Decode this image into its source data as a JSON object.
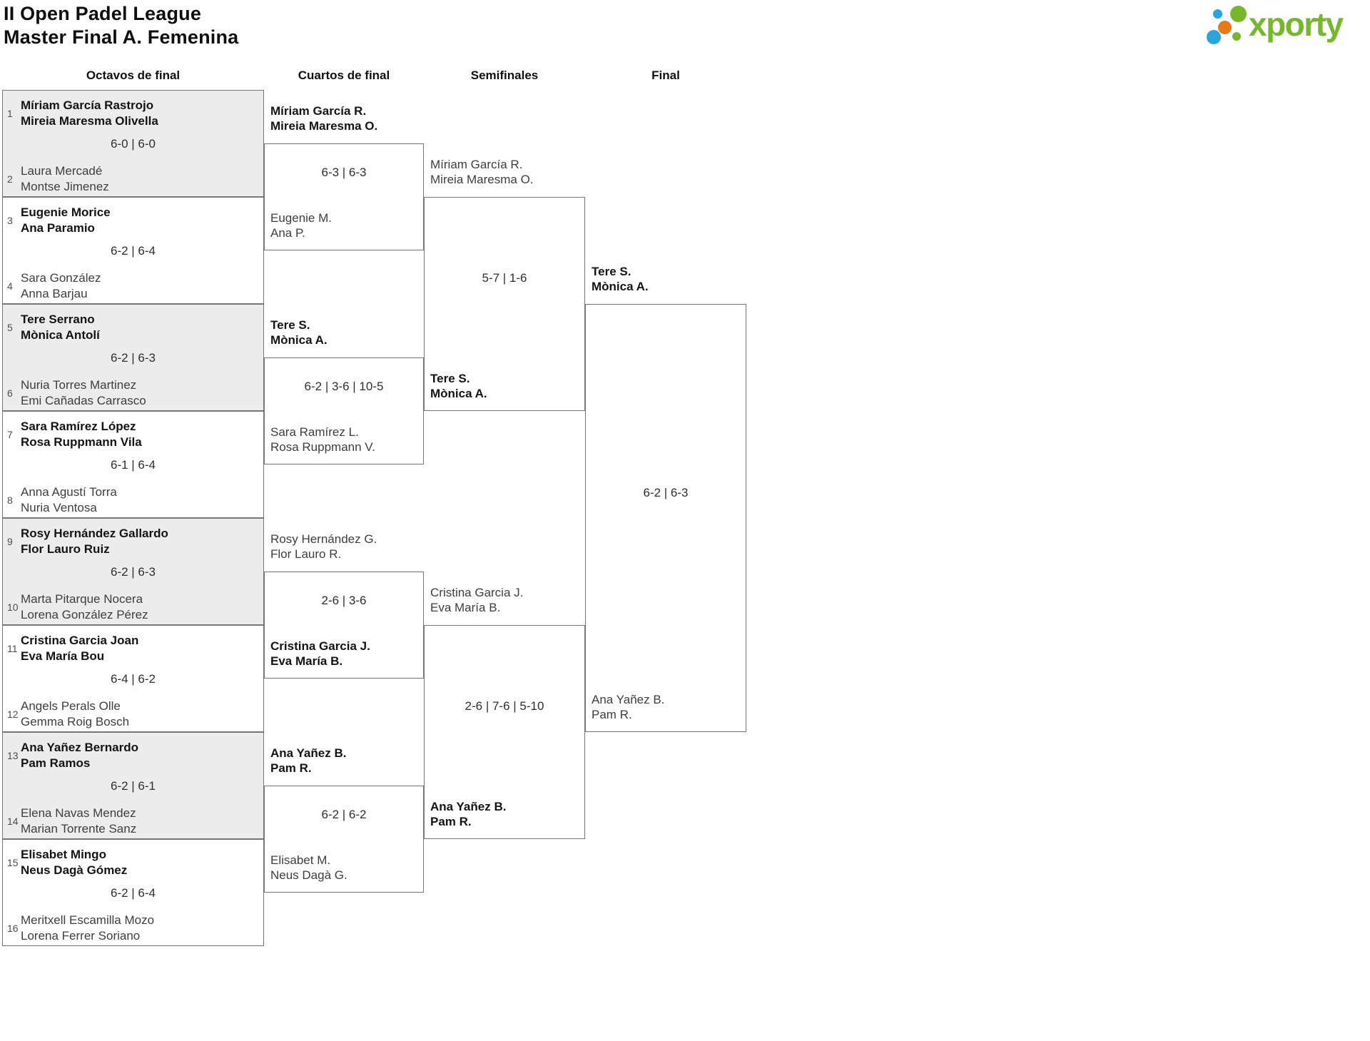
{
  "page": {
    "title_line1": "II Open Padel League",
    "title_line2": "Master Final A. Femenina"
  },
  "logo": {
    "text": "xporty",
    "colors": {
      "green": "#76b72b",
      "blue": "#2aa4dc",
      "orange": "#e87a16"
    }
  },
  "round_headers": [
    "Octavos de final",
    "Cuartos de final",
    "Semifinales",
    "Final"
  ],
  "bracket": {
    "r16": [
      {
        "score": "6-0 | 6-0",
        "top": {
          "seed": "1",
          "line1": "Míriam García Rastrojo",
          "line2": "Mireia Maresma Olivella",
          "winner": true
        },
        "bottom": {
          "seed": "2",
          "line1": "Laura Mercadé",
          "line2": "Montse Jimenez",
          "winner": false
        }
      },
      {
        "score": "6-2 | 6-4",
        "top": {
          "seed": "3",
          "line1": "Eugenie Morice",
          "line2": "Ana Paramio",
          "winner": true
        },
        "bottom": {
          "seed": "4",
          "line1": "Sara González",
          "line2": "Anna Barjau",
          "winner": false
        }
      },
      {
        "score": "6-2 | 6-3",
        "top": {
          "seed": "5",
          "line1": "Tere Serrano",
          "line2": "Mònica Antolí",
          "winner": true
        },
        "bottom": {
          "seed": "6",
          "line1": "Nuria Torres Martinez",
          "line2": "Emi Cañadas Carrasco",
          "winner": false
        }
      },
      {
        "score": "6-1 | 6-4",
        "top": {
          "seed": "7",
          "line1": "Sara Ramírez López",
          "line2": "Rosa Ruppmann Vila",
          "winner": true
        },
        "bottom": {
          "seed": "8",
          "line1": "Anna Agustí Torra",
          "line2": "Nuria Ventosa",
          "winner": false
        }
      },
      {
        "score": "6-2 | 6-3",
        "top": {
          "seed": "9",
          "line1": "Rosy Hernández Gallardo",
          "line2": "Flor Lauro Ruiz",
          "winner": true
        },
        "bottom": {
          "seed": "10",
          "line1": "Marta Pitarque Nocera",
          "line2": "Lorena González Pérez",
          "winner": false
        }
      },
      {
        "score": "6-4 | 6-2",
        "top": {
          "seed": "11",
          "line1": "Cristina Garcia Joan",
          "line2": "Eva María Bou",
          "winner": true
        },
        "bottom": {
          "seed": "12",
          "line1": "Angels Perals Olle",
          "line2": "Gemma Roig Bosch",
          "winner": false
        }
      },
      {
        "score": "6-2 | 6-1",
        "top": {
          "seed": "13",
          "line1": "Ana Yañez Bernardo",
          "line2": "Pam Ramos",
          "winner": true
        },
        "bottom": {
          "seed": "14",
          "line1": "Elena Navas Mendez",
          "line2": "Marian Torrente Sanz",
          "winner": false
        }
      },
      {
        "score": "6-2 | 6-4",
        "top": {
          "seed": "15",
          "line1": "Elisabet Mingo",
          "line2": "Neus Dagà Gómez",
          "winner": true
        },
        "bottom": {
          "seed": "16",
          "line1": "Meritxell Escamilla Mozo",
          "line2": "Lorena Ferrer Soriano",
          "winner": false
        }
      }
    ],
    "qf": [
      {
        "score": "6-3 | 6-3",
        "top": {
          "line1": "Míriam García R.",
          "line2": "Mireia Maresma O.",
          "winner": true
        },
        "bottom": {
          "line1": "Eugenie M.",
          "line2": "Ana P.",
          "winner": false
        }
      },
      {
        "score": "6-2 | 3-6 | 10-5",
        "top": {
          "line1": "Tere S.",
          "line2": "Mònica A.",
          "winner": true
        },
        "bottom": {
          "line1": "Sara Ramírez L.",
          "line2": "Rosa Ruppmann V.",
          "winner": false
        }
      },
      {
        "score": "2-6 | 3-6",
        "top": {
          "line1": "Rosy Hernández G.",
          "line2": "Flor Lauro R.",
          "winner": false
        },
        "bottom": {
          "line1": "Cristina Garcia J.",
          "line2": "Eva María B.",
          "winner": true
        }
      },
      {
        "score": "6-2 | 6-2",
        "top": {
          "line1": "Ana Yañez B.",
          "line2": "Pam R.",
          "winner": true
        },
        "bottom": {
          "line1": "Elisabet M.",
          "line2": "Neus Dagà G.",
          "winner": false
        }
      }
    ],
    "sf": [
      {
        "score": "5-7 | 1-6",
        "top": {
          "line1": "Míriam García R.",
          "line2": "Mireia Maresma O.",
          "winner": false
        },
        "bottom": {
          "line1": "Tere S.",
          "line2": "Mònica A.",
          "winner": true
        }
      },
      {
        "score": "2-6 | 7-6 | 5-10",
        "top": {
          "line1": "Cristina Garcia J.",
          "line2": "Eva María B.",
          "winner": false
        },
        "bottom": {
          "line1": "Ana Yañez B.",
          "line2": "Pam R.",
          "winner": true
        }
      }
    ],
    "final": [
      {
        "score": "6-2 | 6-3",
        "top": {
          "line1": "Tere S.",
          "line2": "Mònica A.",
          "winner": true
        },
        "bottom": {
          "line1": "Ana Yañez B.",
          "line2": "Pam R.",
          "winner": false
        }
      }
    ]
  }
}
